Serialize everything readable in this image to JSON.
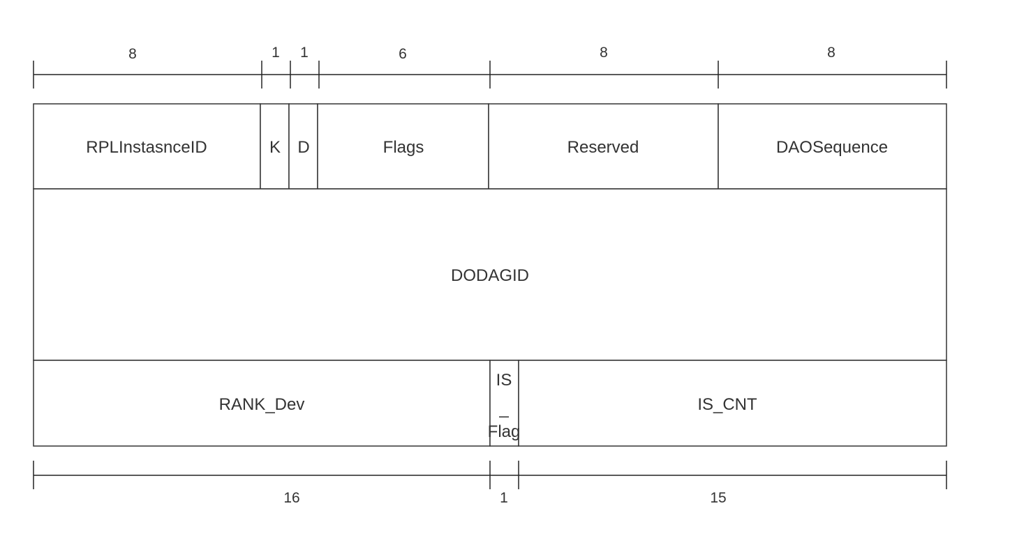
{
  "top_bits": {
    "rpl_instance_id": "8",
    "k": "1",
    "d": "1",
    "flags": "6",
    "reserved": "8",
    "dao_sequence": "8"
  },
  "row1": {
    "rpl_instance_id": "RPLInstasnceID",
    "k": "K",
    "d": "D",
    "flags": "Flags",
    "reserved": "Reserved",
    "dao_sequence": "DAOSequence"
  },
  "row2": {
    "dodagid": "DODAGID"
  },
  "row3": {
    "rank_dev": "RANK_Dev",
    "is_flag_line1": "IS",
    "is_flag_line2": "_",
    "is_flag_line3": "Flag",
    "is_cnt": "IS_CNT"
  },
  "bottom_bits": {
    "rank_dev": "16",
    "is_flag": "1",
    "is_cnt": "15"
  }
}
